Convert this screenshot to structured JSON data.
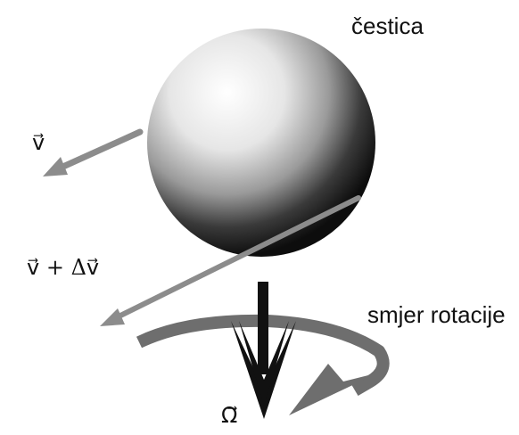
{
  "labels": {
    "particle": "čestica",
    "rotation_direction": "smjer rotacije",
    "velocity": "v⃗",
    "velocity_change": "v⃗ + Δv⃗",
    "angular_velocity": "Ω⃗"
  },
  "colors": {
    "background": "#ffffff",
    "arrow_gray": "#8c8c8c",
    "rotation_band": "#6e6e6e",
    "axis_arrow": "#111111",
    "sphere_highlight": "#ffffff",
    "sphere_shadow": "#0d0d0d"
  }
}
